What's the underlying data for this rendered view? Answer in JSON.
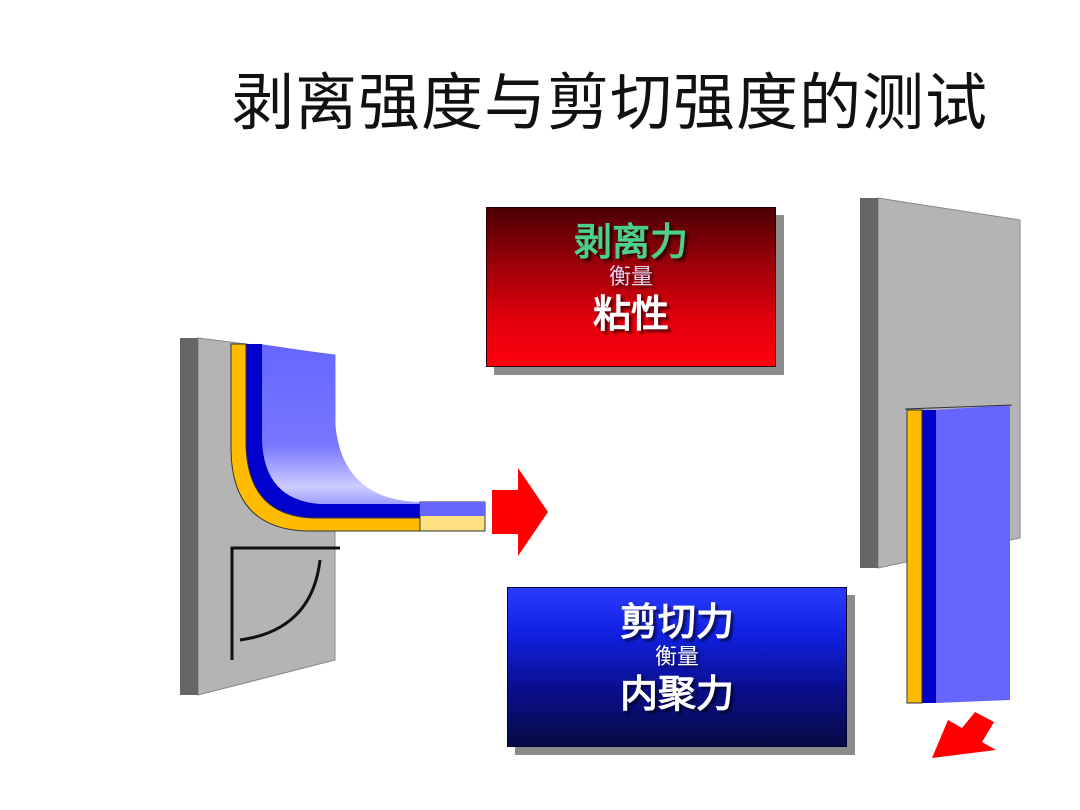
{
  "title": "剥离强度与剪切强度的测试",
  "peel_box": {
    "line1": "剥离力",
    "line2": "衡量",
    "line3": "粘性"
  },
  "shear_box": {
    "line1": "剪切力",
    "line2": "衡量",
    "line3": "内聚力"
  },
  "colors": {
    "substrate_gray": "#b4b4b4",
    "substrate_edge": "#666666",
    "tape_blue": "#6666ff",
    "tape_dark_blue": "#0000cc",
    "adhesive_yellow": "#ffbb00",
    "arrow_red": "#ff0000"
  }
}
